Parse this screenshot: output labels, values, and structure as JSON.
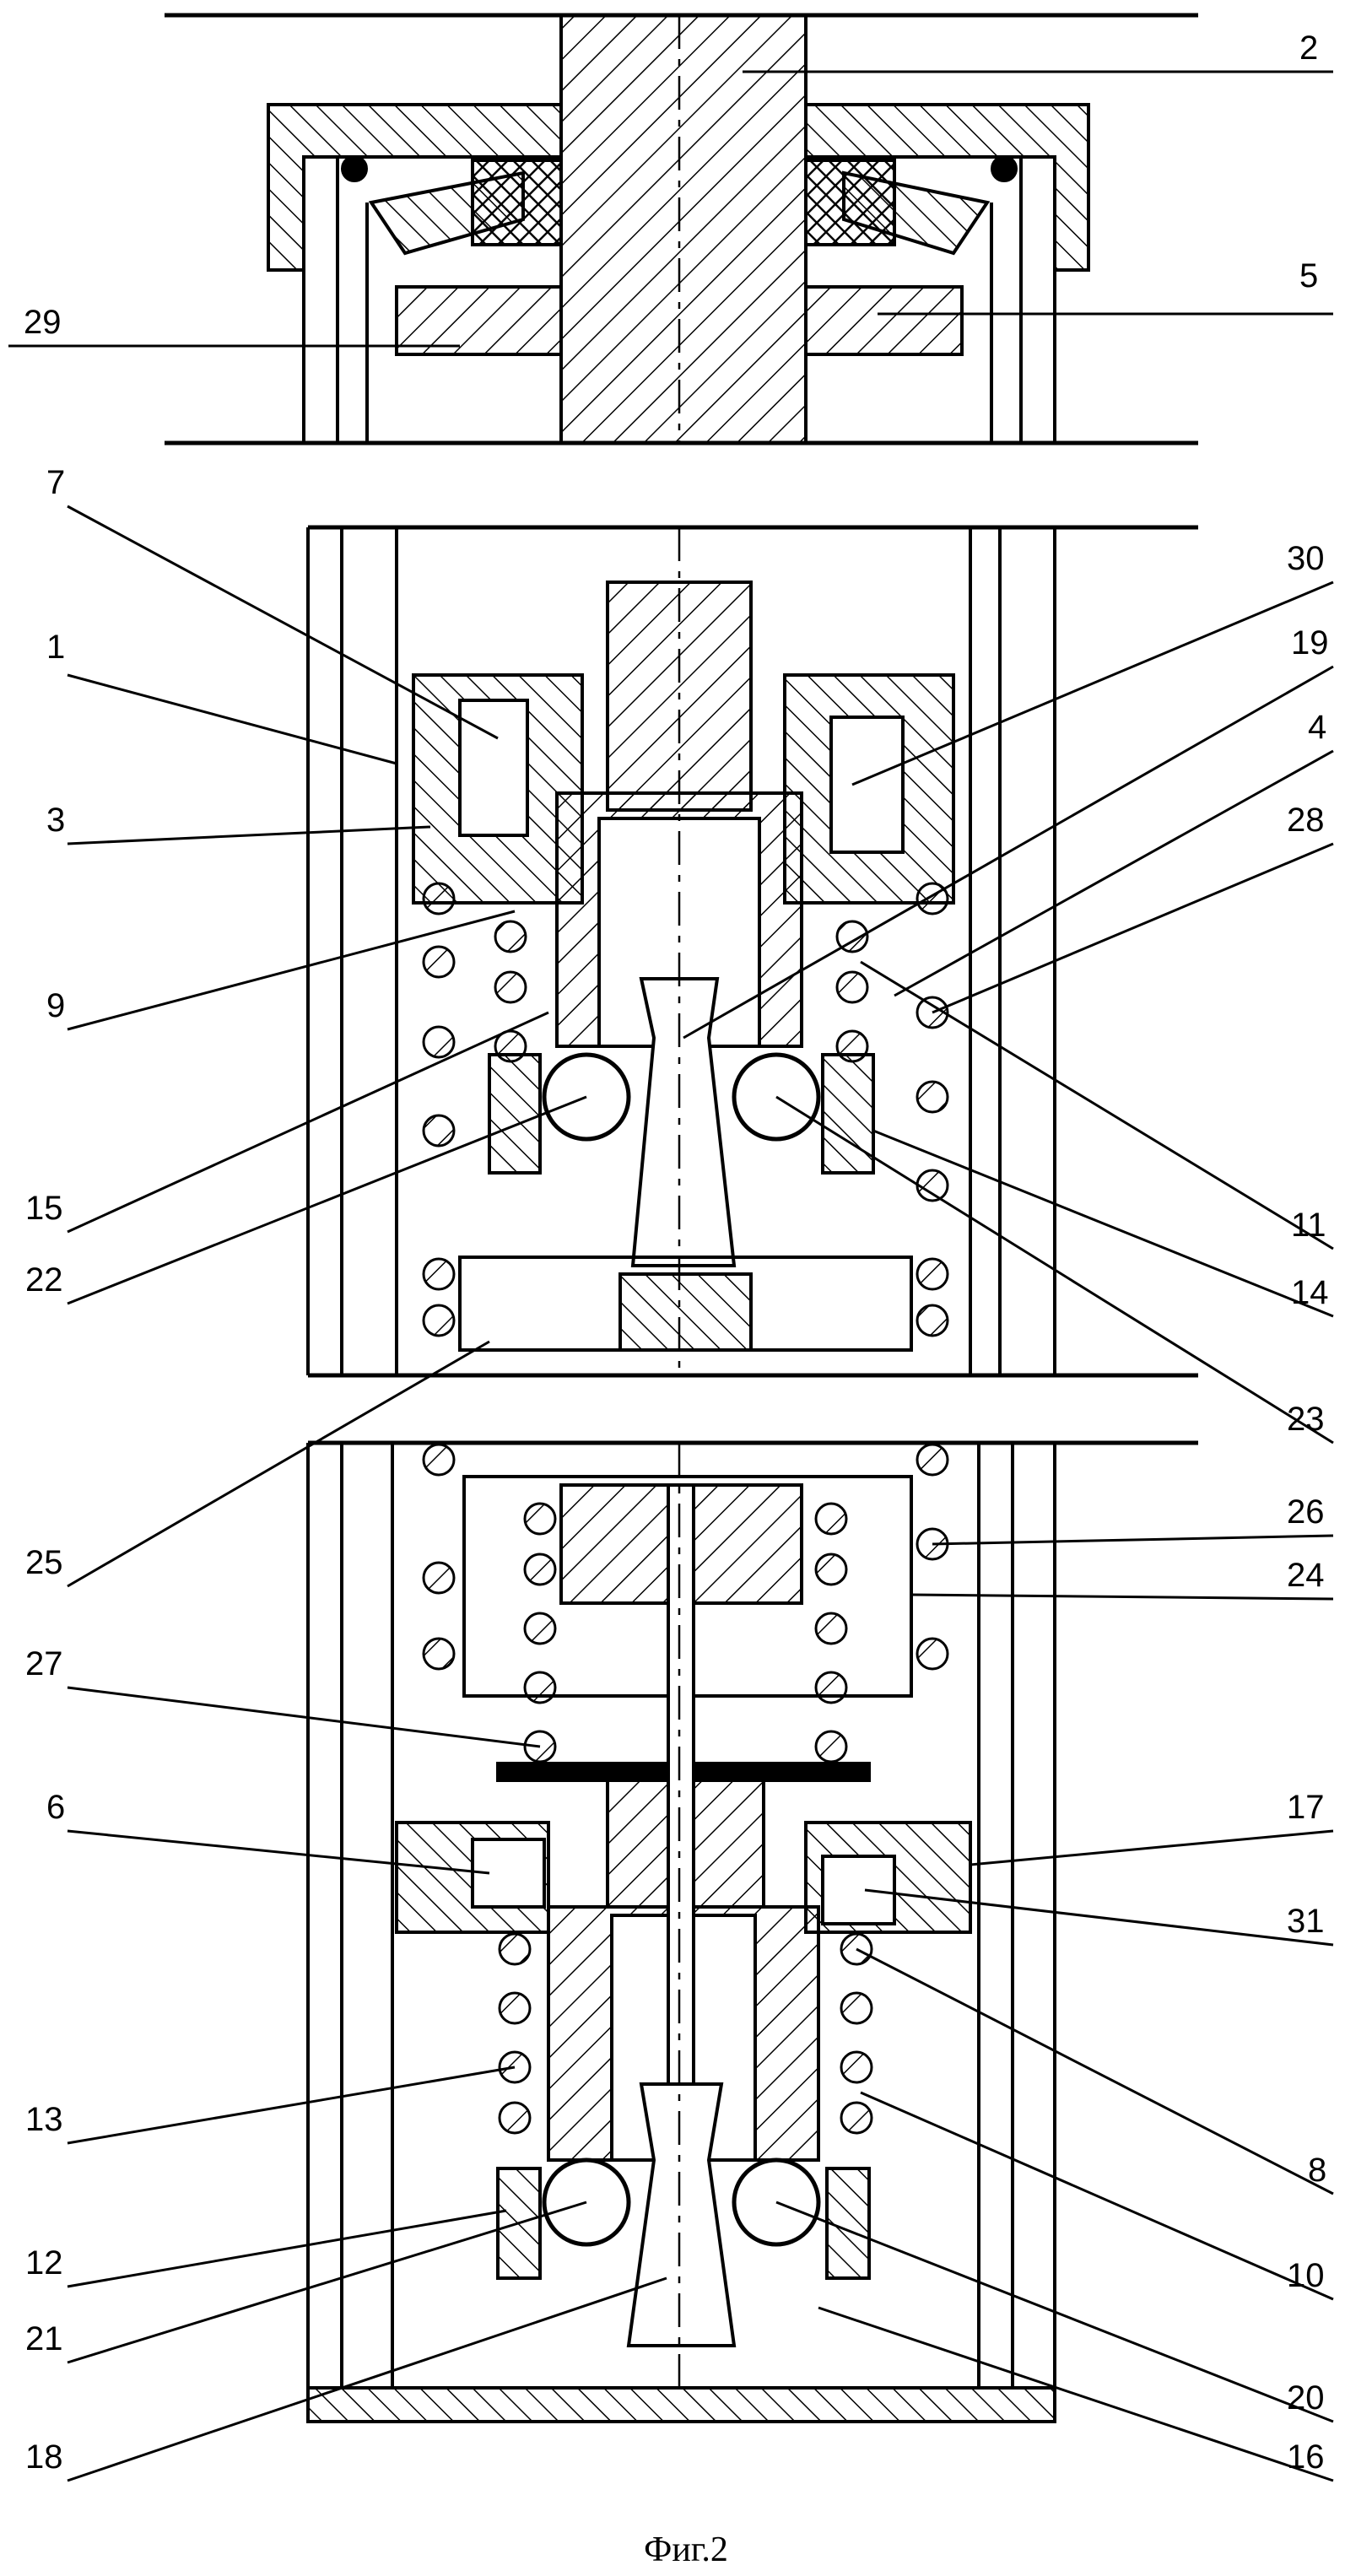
{
  "figure": {
    "caption": "Фиг.2",
    "labels": {
      "l1": "1",
      "l2": "2",
      "l3": "3",
      "l4": "4",
      "l5": "5",
      "l6": "6",
      "l7": "7",
      "l8": "8",
      "l9": "9",
      "l10": "10",
      "l11": "11",
      "l12": "12",
      "l13": "13",
      "l14": "14",
      "l15": "15",
      "l16": "16",
      "l17": "17",
      "l18": "18",
      "l19": "19",
      "l20": "20",
      "l21": "21",
      "l22": "22",
      "l23": "23",
      "l24": "24",
      "l25": "25",
      "l26": "26",
      "l27": "27",
      "l28": "28",
      "l29": "29",
      "l30": "30",
      "l31": "31"
    }
  }
}
